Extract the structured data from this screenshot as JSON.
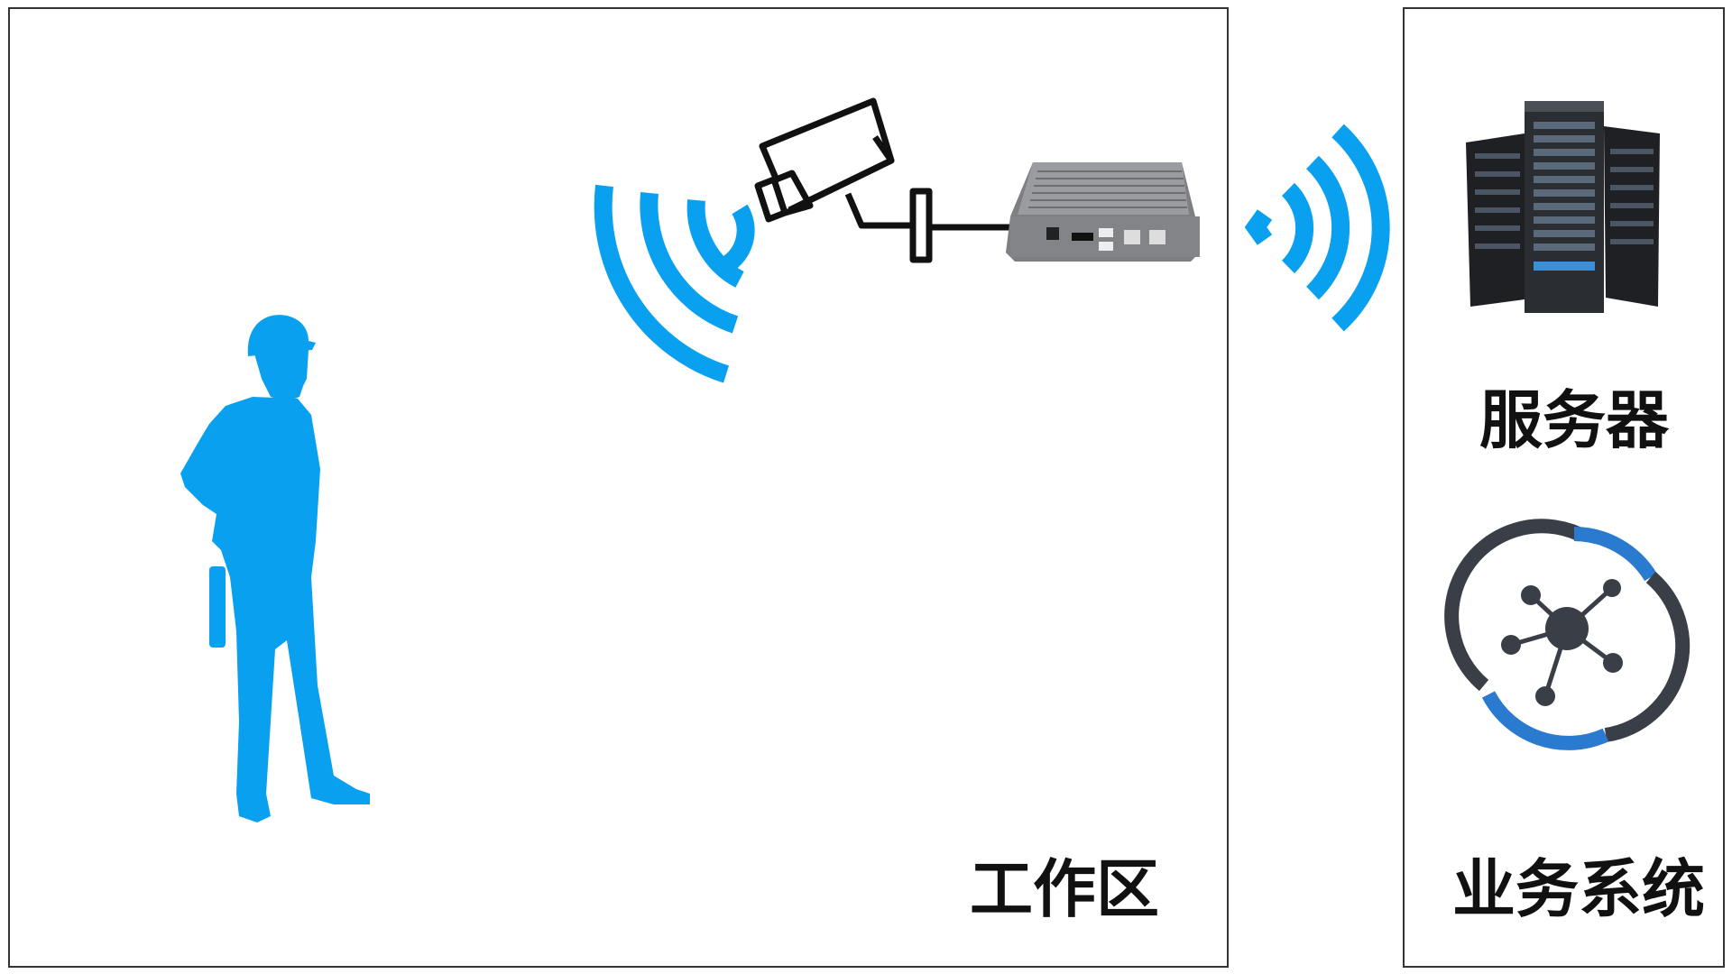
{
  "work_area": {
    "label": "工作区"
  },
  "servers": {
    "label": "服务器"
  },
  "business_system": {
    "label": "业务系统"
  },
  "colors": {
    "accent_blue": "#0aa0f0",
    "dark_gray": "#3a3f47",
    "line_black": "#111111",
    "hub_blue": "#2a7bd0"
  },
  "icons": [
    "worker-silhouette-icon",
    "wifi-signal-icon",
    "camera-icon",
    "edge-box-icon",
    "server-rack-icon",
    "network-hub-icon"
  ]
}
